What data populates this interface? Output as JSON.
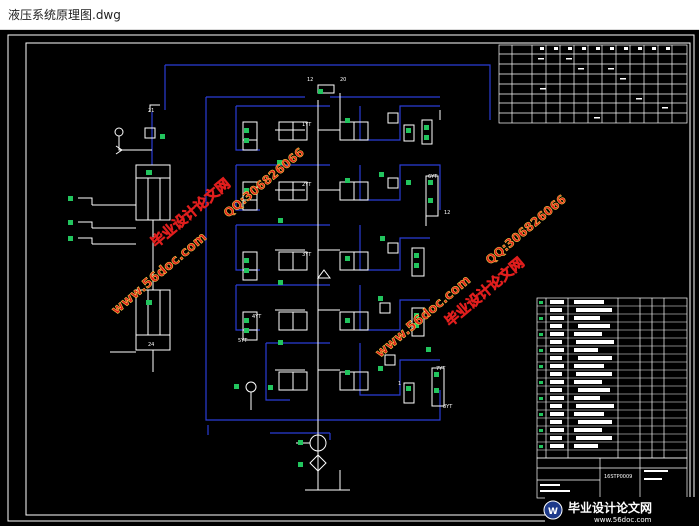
{
  "window": {
    "title": "液压系统原理图.dwg"
  },
  "drawing": {
    "colors": {
      "frame": "#ffffff",
      "pipe": "#2a3cd6",
      "component": "#ffffff",
      "marker": "#22c55e",
      "table": "#ffffff",
      "watermark_red": "#e11d1d",
      "watermark_yellow": "#ffe14a"
    },
    "labels": {
      "n12_top": "12",
      "n20": "20",
      "n21": "21",
      "n24": "24",
      "n12_right": "12",
      "n1": "1",
      "yv_a": "1YT",
      "yv_b": "2YT",
      "yv_c": "3YT",
      "yv_d": "4YT",
      "yv_e": "5YT",
      "yv_f": "6YT",
      "yv_g": "7YT",
      "yv_h": "8YT"
    },
    "titleblock": {
      "drawing_number": "16STP0009"
    }
  },
  "watermarks": [
    {
      "text": "毕业设计论文网"
    },
    {
      "text": "QQ:306826066"
    },
    {
      "text": "www.56doc.com"
    },
    {
      "text": "QQ:306826066"
    },
    {
      "text": "www.56doc.com"
    },
    {
      "text": "毕业设计论文网"
    }
  ],
  "logo": {
    "brand": "毕业设计论文网",
    "url": "www.56doc.com"
  }
}
